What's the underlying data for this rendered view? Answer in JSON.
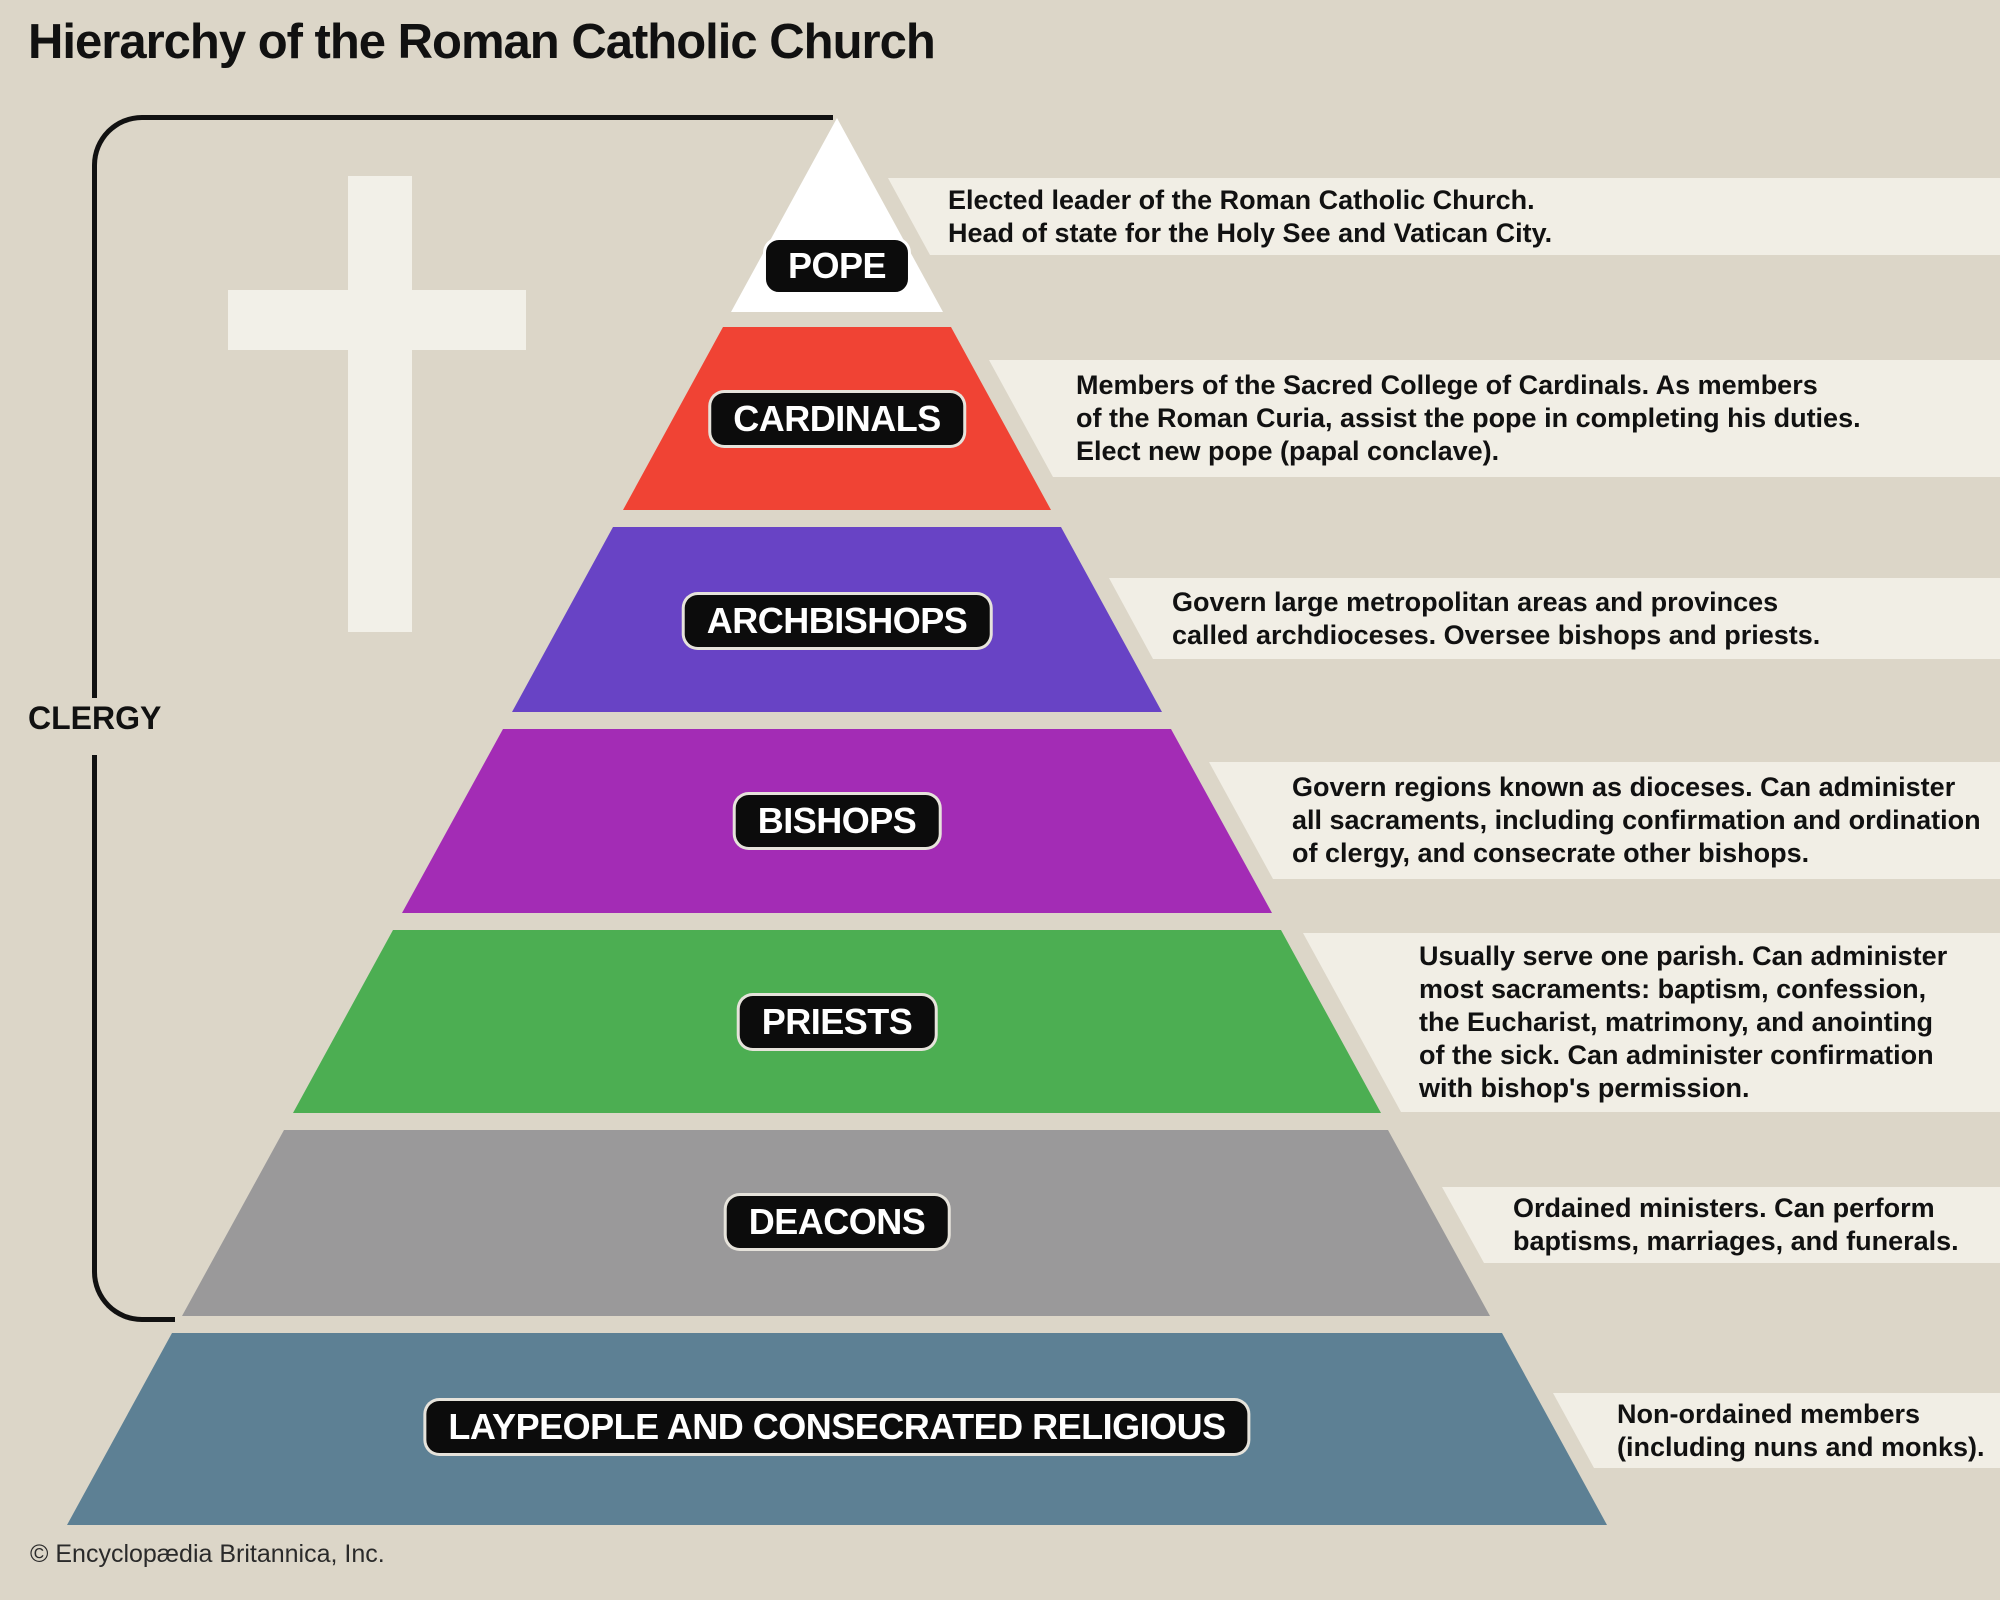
{
  "title": "Hierarchy of the Roman Catholic Church",
  "copyright": "© Encyclopædia Britannica, Inc.",
  "clergy": {
    "label": "CLERGY"
  },
  "colors": {
    "background": "#dcd6c8",
    "band": "#f1eee5",
    "cross": "#f2f0e8",
    "pill": "#0c0c0c",
    "pill_text": "#ffffff",
    "bracket": "#111111"
  },
  "levels": [
    {
      "label": "POPE",
      "color": "#ffffff",
      "description": "Elected leader of the Roman Catholic Church.\nHead of state for the Holy See and Vatican City."
    },
    {
      "label": "CARDINALS",
      "color": "#f04334",
      "description": "Members of the Sacred College of Cardinals. As members\nof the Roman Curia, assist the pope in completing his duties.\nElect new pope (papal conclave)."
    },
    {
      "label": "ARCHBISHOPS",
      "color": "#6843c5",
      "description": "Govern large metropolitan areas and provinces\ncalled archdioceses. Oversee bishops and priests."
    },
    {
      "label": "BISHOPS",
      "color": "#a32cb5",
      "description": "Govern regions known as dioceses. Can administer\nall sacraments, including confirmation and ordination\nof clergy, and consecrate other bishops."
    },
    {
      "label": "PRIESTS",
      "color": "#4cae52",
      "description": "Usually serve one parish. Can administer\nmost sacraments: baptism, confession,\nthe Eucharist, matrimony, and anointing\nof the sick. Can administer confirmation\nwith bishop's permission."
    },
    {
      "label": "DEACONS",
      "color": "#9a999a",
      "description": "Ordained ministers. Can perform\nbaptisms, marriages, and funerals."
    },
    {
      "label": "LAYPEOPLE AND CONSECRATED RELIGIOUS",
      "color": "#5d8094",
      "description": "Non-ordained members\n(including nuns and monks)."
    }
  ]
}
